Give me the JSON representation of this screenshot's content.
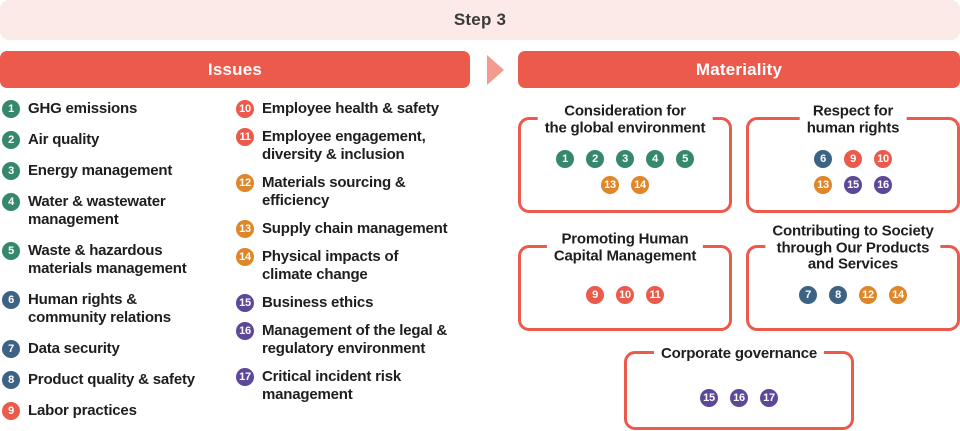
{
  "banner": {
    "title": "Step 3"
  },
  "palette": {
    "accent": "#EC5A4C",
    "accent_light": "#F59A8E",
    "banner_bg": "#FBEAE8",
    "text": "#1E1E1E",
    "green": "#35886B",
    "blue": "#3C6384",
    "red": "#EC5A4C",
    "orange": "#DF8629",
    "purple": "#5C4798"
  },
  "badge_groups": {
    "green": [
      1,
      2,
      3,
      4,
      5
    ],
    "blue": [
      6,
      7,
      8
    ],
    "red": [
      9,
      10,
      11
    ],
    "orange": [
      12,
      13,
      14
    ],
    "purple": [
      15,
      16,
      17
    ]
  },
  "arrow_icon": "triangle-right",
  "issues": {
    "header": "Issues",
    "columns": [
      {
        "items": [
          {
            "num": 1,
            "label": "GHG emissions"
          },
          {
            "num": 2,
            "label": "Air quality"
          },
          {
            "num": 3,
            "label": "Energy management"
          },
          {
            "num": 4,
            "label": [
              "Water & wastewater",
              "management"
            ]
          },
          {
            "num": 5,
            "label": [
              "Waste & hazardous",
              "materials management"
            ]
          },
          {
            "num": 6,
            "label": [
              "Human rights &",
              "community relations"
            ]
          },
          {
            "num": 7,
            "label": "Data security"
          },
          {
            "num": 8,
            "label": "Product quality & safety"
          },
          {
            "num": 9,
            "label": "Labor practices"
          }
        ]
      },
      {
        "items": [
          {
            "num": 10,
            "label": "Employee health & safety"
          },
          {
            "num": 11,
            "label": [
              "Employee engagement,",
              "diversity & inclusion"
            ]
          },
          {
            "num": 12,
            "label": [
              "Materials sourcing &",
              "efficiency"
            ]
          },
          {
            "num": 13,
            "label": "Supply chain management"
          },
          {
            "num": 14,
            "label": [
              "Physical impacts of",
              "climate change"
            ]
          },
          {
            "num": 15,
            "label": "Business ethics"
          },
          {
            "num": 16,
            "label": [
              "Management of the legal &",
              "regulatory environment"
            ]
          },
          {
            "num": 17,
            "label": [
              "Critical incident risk",
              "management"
            ]
          }
        ]
      }
    ]
  },
  "materiality": {
    "header": "Materiality",
    "boxes": [
      {
        "title": [
          "Consideration for",
          "the global environment"
        ],
        "badge_rows": [
          [
            1,
            2,
            3,
            4,
            5
          ],
          [
            13,
            14
          ]
        ]
      },
      {
        "title": [
          "Respect for",
          "human rights"
        ],
        "badge_rows": [
          [
            6,
            9,
            10
          ],
          [
            13,
            15,
            16
          ]
        ]
      },
      {
        "title": [
          "Promoting Human",
          "Capital Management"
        ],
        "badge_rows": [
          [
            9,
            10,
            11
          ]
        ]
      },
      {
        "title": [
          "Contributing to Society",
          "through Our Products",
          "and Services"
        ],
        "badge_rows": [
          [
            7,
            8,
            12,
            14
          ]
        ]
      },
      {
        "title": [
          "Corporate governance"
        ],
        "badge_rows": [
          [
            15,
            16,
            17
          ]
        ]
      }
    ]
  }
}
